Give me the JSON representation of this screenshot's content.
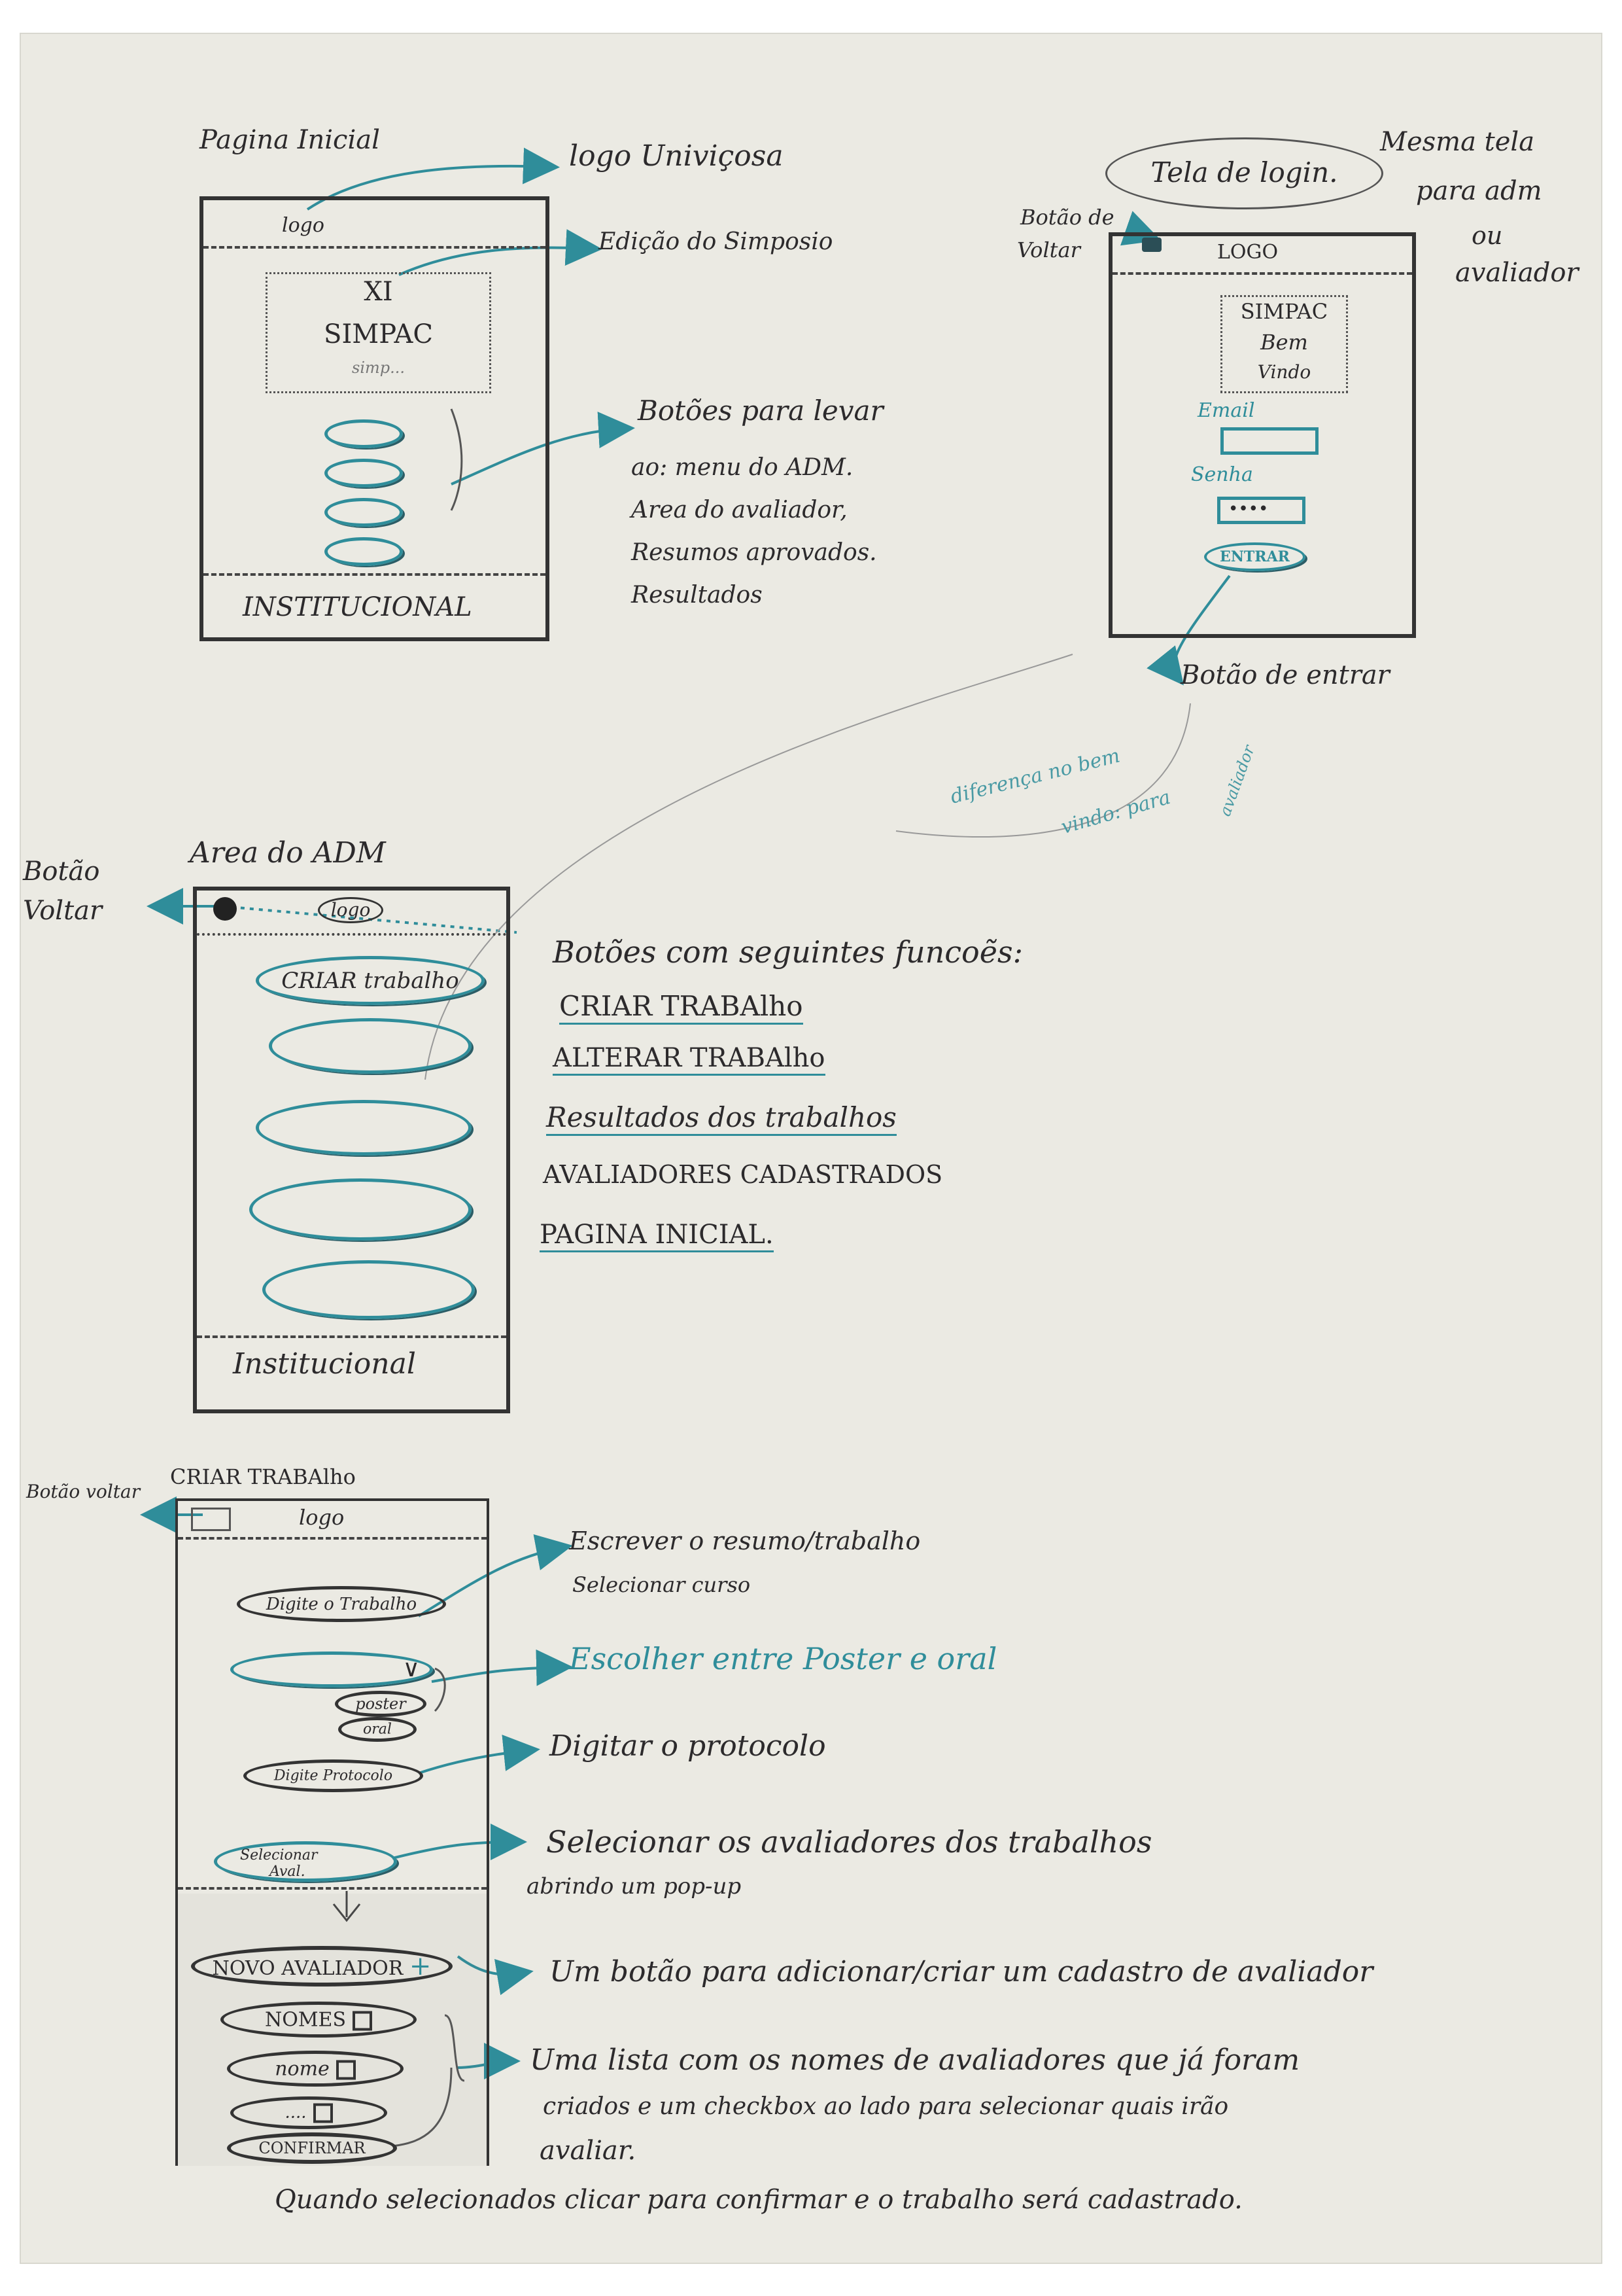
{
  "screen1": {
    "title": "Pagina Inicial",
    "logo": "logo",
    "logo_note": "logo Univiçosa",
    "edition_line1": "XI",
    "edition_line2": "SIMPAC",
    "edition_line3": "simp...",
    "edition_note": "Edição do Simposio",
    "buttons_note": [
      "Botões para levar",
      "ao: menu do ADM.",
      "Area do avaliador,",
      "Resumos aprovados.",
      "Resultados"
    ],
    "footer": "INSTITUCIONAL"
  },
  "screen2": {
    "title": "Tela de login.",
    "note": [
      "Mesma tela",
      "para adm",
      "ou",
      "avaliador"
    ],
    "back_note": [
      "Botão de",
      "Voltar"
    ],
    "logo": "LOGO",
    "welcome": [
      "SIMPAC",
      "Bem",
      "Vindo"
    ],
    "email_label": "Email",
    "password_label": "Senha",
    "password_value": "••••",
    "enter_button": "ENTRAR",
    "enter_note": "Botão de entrar",
    "diff_note": [
      "diferença no bem",
      "vindo: para",
      "avaliador"
    ]
  },
  "screen3": {
    "title": "Area do ADM",
    "back_note": [
      "Botão",
      "Voltar"
    ],
    "logo": "logo",
    "first_button": "CRIAR trabalho",
    "functions_title": "Botões com seguintes funcoẽs:",
    "functions": [
      "CRIAR TRABAlho",
      "ALTERAR TRABAlho",
      "Resultados dos trabalhos",
      "AVALIADORES CADASTRADOS",
      "PAGINA INICIAL."
    ],
    "footer": "Institucional"
  },
  "screen4": {
    "title": "CRIAR TRABAlho",
    "back_note": "Botão voltar",
    "logo": "logo",
    "work_input": "Digite o Trabalho",
    "work_note": [
      "Escrever o resumo/trabalho",
      "Selecionar curso"
    ],
    "type_options": [
      "poster",
      "oral"
    ],
    "type_note": "Escolher entre Poster e oral",
    "protocol_input": "Digite Protocolo",
    "protocol_note": "Digitar o protocolo",
    "select_button": [
      "Selecionar",
      "Aval."
    ],
    "select_note": [
      "Selecionar os avaliadores dos trabalhos",
      "abrindo um pop-up"
    ],
    "new_evaluator": "NOVO AVALIADOR",
    "new_evaluator_plus": "+",
    "new_evaluator_note": "Um botão para adicionar/criar um cadastro de avaliador",
    "names": [
      "NOMES",
      "nome",
      "...."
    ],
    "names_note": [
      "Uma lista com os nomes de avaliadores que já foram",
      "criados e um checkbox ao lado para selecionar quais irão",
      "avaliar."
    ],
    "confirm_button": "CONFIRMAR",
    "confirm_note": "Quando selecionados clicar para confirmar e o trabalho será cadastrado."
  },
  "colors": {
    "ink": "#2c2a2c",
    "teal": "#2f8d9a",
    "paper": "#ebeae3"
  }
}
